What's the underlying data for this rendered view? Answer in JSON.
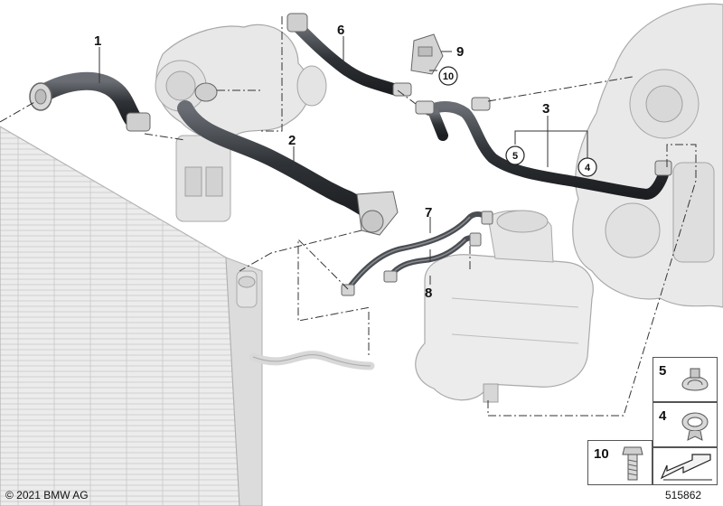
{
  "callouts": {
    "c1": "1",
    "c2": "2",
    "c3": "3",
    "c4": "4",
    "c5": "5",
    "c6": "6",
    "c7": "7",
    "c8": "8",
    "c9": "9",
    "c10": "10"
  },
  "legend": {
    "item5": "5",
    "item4": "4",
    "item10": "10"
  },
  "footer": {
    "copyright": "© 2021 BMW AG",
    "image_number": "515862"
  },
  "colors": {
    "hose": "#3a3d42",
    "part_gray": "#e6e6e6",
    "outline": "#9a9a9a",
    "leader": "#333333"
  }
}
